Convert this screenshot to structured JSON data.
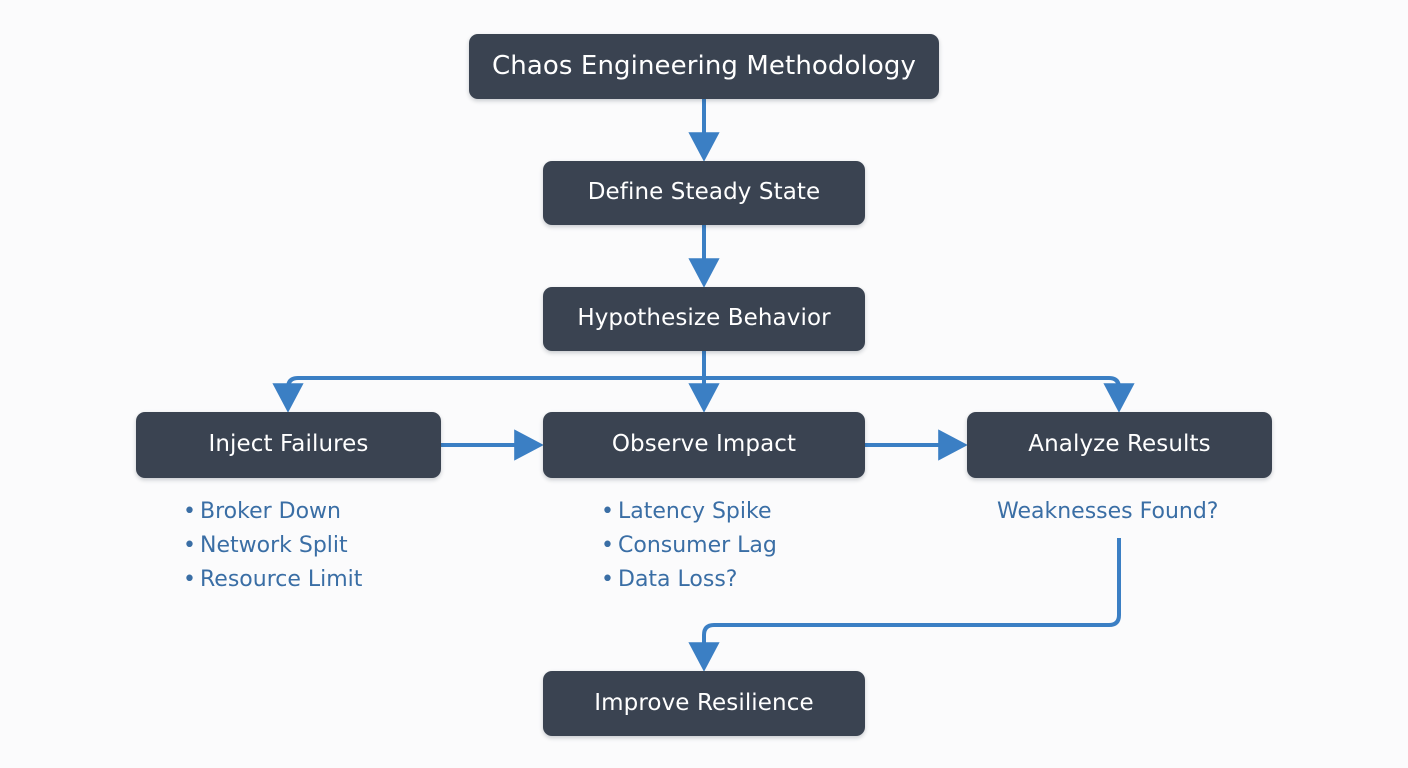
{
  "diagram": {
    "title": "Chaos Engineering Methodology",
    "background_color": "#fbfbfc",
    "node_color": "#3a4351",
    "node_text_color": "#ffffff",
    "edge_color": "#3b7fc4",
    "annotation_color": "#3a6ea5",
    "nodes": [
      {
        "id": "title",
        "label": "Chaos Engineering Methodology"
      },
      {
        "id": "steady",
        "label": "Define Steady State"
      },
      {
        "id": "hypothesize",
        "label": "Hypothesize Behavior"
      },
      {
        "id": "inject",
        "label": "Inject Failures"
      },
      {
        "id": "observe",
        "label": "Observe Impact"
      },
      {
        "id": "analyze",
        "label": "Analyze Results"
      },
      {
        "id": "improve",
        "label": "Improve Resilience"
      }
    ],
    "annotations": {
      "inject": {
        "items": [
          "Broker Down",
          "Network Split",
          "Resource Limit"
        ]
      },
      "observe": {
        "items": [
          "Latency Spike",
          "Consumer Lag",
          "Data Loss?"
        ]
      },
      "analyze": {
        "label": "Weaknesses Found?"
      }
    },
    "edges": [
      {
        "from": "title",
        "to": "steady",
        "kind": "vertical-arrow"
      },
      {
        "from": "steady",
        "to": "hypothesize",
        "kind": "vertical-arrow"
      },
      {
        "from": "hypothesize",
        "to": "inject",
        "kind": "branch-arrow"
      },
      {
        "from": "hypothesize",
        "to": "observe",
        "kind": "branch-arrow"
      },
      {
        "from": "hypothesize",
        "to": "analyze",
        "kind": "branch-arrow"
      },
      {
        "from": "inject",
        "to": "observe",
        "kind": "horizontal-arrow"
      },
      {
        "from": "observe",
        "to": "analyze",
        "kind": "horizontal-arrow"
      },
      {
        "from": "analyze",
        "to": "improve",
        "kind": "feedback-arrow"
      }
    ]
  }
}
